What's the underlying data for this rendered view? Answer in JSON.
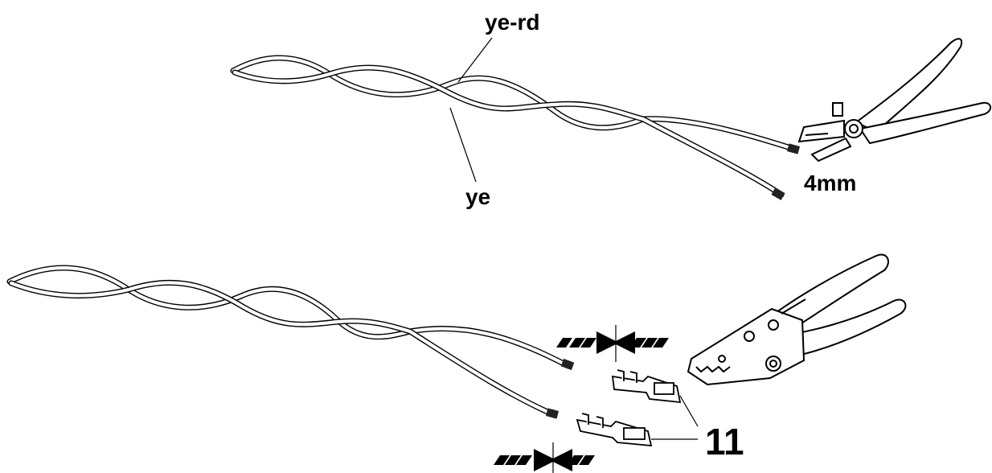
{
  "labels": {
    "wire_top_color": "ye-rd",
    "wire_bottom_color": "ye",
    "strip_length": "4mm",
    "part_number": "11"
  },
  "icons": [
    "wire-stripper-icon",
    "crimping-pliers-icon",
    "crimp-terminal-icon",
    "compression-arrows-icon"
  ]
}
